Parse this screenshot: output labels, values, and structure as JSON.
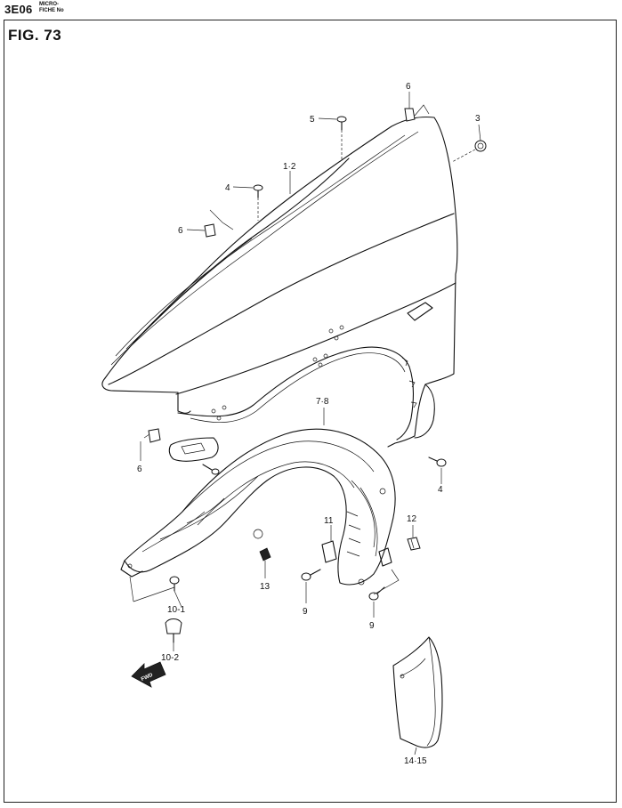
{
  "header": {
    "fiche_code": "3E06",
    "fiche_label_line1": "MICRO-",
    "fiche_label_line2": "FICHE No",
    "figure_title": "FIG.  73"
  },
  "callouts": {
    "c_1_2": "1·2",
    "c_3": "3",
    "c_4_top": "4",
    "c_4_right": "4",
    "c_5": "5",
    "c_6_top": "6",
    "c_6_left_upper": "6",
    "c_6_left_lower": "6",
    "c_7_8": "7·8",
    "c_11": "11",
    "c_12": "12",
    "c_13": "13",
    "c_9_left": "9",
    "c_9_right": "9",
    "c_10_1": "10-1",
    "c_10_2": "10-2",
    "c_14_15": "14·15"
  },
  "direction_arrow": {
    "label": "FWD"
  },
  "icons": [
    "fender-panel",
    "fender-liner",
    "mud-flap",
    "screw",
    "clip",
    "forward-arrow-icon"
  ]
}
